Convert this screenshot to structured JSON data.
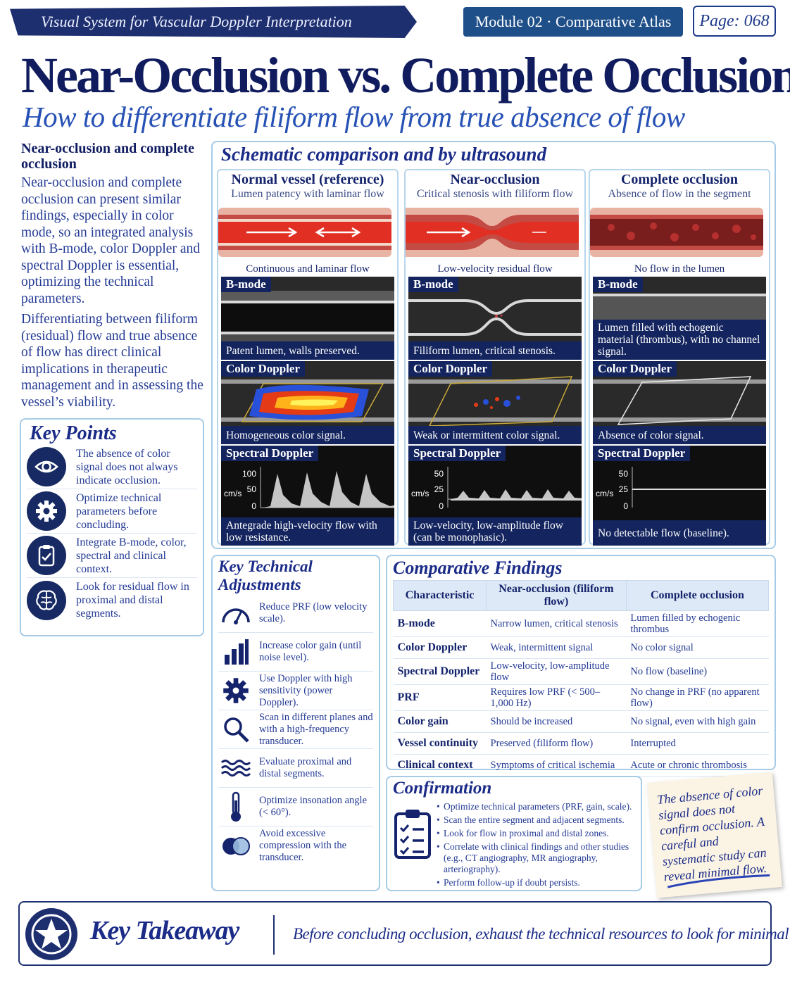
{
  "header": {
    "banner": "Visual System for Vascular Doppler Interpretation",
    "module": "Module 02 · Comparative Atlas",
    "page": "Page: 068"
  },
  "title": "Near-Occlusion vs. Complete Occlusion",
  "subtitle": "How to differentiate filiform flow from true absence of flow",
  "intro": {
    "heading": "Near-occlusion and complete occlusion",
    "p1": "Near-occlusion and complete occlusion can present similar findings, especially in color mode, so an integrated analysis with B-mode, color Doppler and spectral Doppler is essential, optimizing the technical parameters.",
    "p2": "Differentiating between filiform (residual) flow and true absence of flow has direct clinical implications in therapeutic management and in assessing the vessel’s viability."
  },
  "key_points": {
    "title": "Key Points",
    "items": [
      {
        "icon": "eye-icon",
        "text": "The absence of color signal does not always indicate occlusion."
      },
      {
        "icon": "gear-icon",
        "text": "Optimize technical parameters before concluding."
      },
      {
        "icon": "clipboard-icon",
        "text": "Integrate B-mode, color, spectral and clinical context."
      },
      {
        "icon": "brain-icon",
        "text": "Look for residual flow in proximal and distal segments."
      }
    ]
  },
  "schematic": {
    "title": "Schematic comparison and by ultrasound",
    "columns": [
      {
        "heading": "Normal vessel (reference)",
        "sub": "Lumen patency with laminar flow",
        "vessel_caption": "Continuous and laminar flow",
        "bmode_tag": "B-mode",
        "bmode_caption": "Patent lumen, walls preserved.",
        "color_tag": "Color Doppler",
        "color_caption": "Homogeneous color signal.",
        "spectral_tag": "Spectral Doppler",
        "spectral_caption": "Antegrade high-velocity flow with low resistance.",
        "axis_unit": "cm/s",
        "axis_ticks": [
          "100",
          "50",
          "0"
        ]
      },
      {
        "heading": "Near-occlusion",
        "sub": "Critical stenosis with filiform flow",
        "vessel_caption": "Low-velocity residual flow",
        "bmode_tag": "B-mode",
        "bmode_caption": "Filiform lumen, critical stenosis.",
        "color_tag": "Color Doppler",
        "color_caption": "Weak or intermittent color signal.",
        "spectral_tag": "Spectral Doppler",
        "spectral_caption": "Low-velocity, low-amplitude flow (can be monophasic).",
        "axis_unit": "cm/s",
        "axis_ticks": [
          "50",
          "25",
          "0"
        ]
      },
      {
        "heading": "Complete occlusion",
        "sub": "Absence of flow in the segment",
        "vessel_caption": "No flow in the lumen",
        "bmode_tag": "B-mode",
        "bmode_caption": "Lumen filled with echogenic material (thrombus), with no channel signal.",
        "color_tag": "Color Doppler",
        "color_caption": "Absence of color signal.",
        "spectral_tag": "Spectral Doppler",
        "spectral_caption": "No detectable flow (baseline).",
        "axis_unit": "cm/s",
        "axis_ticks": [
          "50",
          "25",
          "0"
        ]
      }
    ]
  },
  "adjustments": {
    "title": "Key Technical Adjustments",
    "items": [
      {
        "icon": "gauge-icon",
        "text": "Reduce PRF (low velocity scale)."
      },
      {
        "icon": "bar-chart-icon",
        "text": "Increase color gain (until noise level)."
      },
      {
        "icon": "gear-icon",
        "text": "Use Doppler with high sensitivity (power Doppler)."
      },
      {
        "icon": "magnifier-icon",
        "text": "Scan in different planes and with a high-frequency transducer."
      },
      {
        "icon": "waves-icon",
        "text": "Evaluate proximal and distal segments."
      },
      {
        "icon": "thermometer-icon",
        "text": "Optimize insonation angle (< 60°)."
      },
      {
        "icon": "compression-icon",
        "text": "Avoid excessive compression with the transducer."
      }
    ]
  },
  "findings": {
    "title": "Comparative Findings",
    "headers": [
      "Characteristic",
      "Near-occlusion (filiform flow)",
      "Complete occlusion"
    ],
    "rows": [
      [
        "B-mode",
        "Narrow lumen, critical stenosis",
        "Lumen filled by echogenic thrombus"
      ],
      [
        "Color Doppler",
        "Weak, intermittent signal",
        "No color signal"
      ],
      [
        "Spectral Doppler",
        "Low-velocity, low-amplitude flow",
        "No flow (baseline)"
      ],
      [
        "PRF",
        "Requires low PRF (< 500–1,000 Hz)",
        "No change in PRF (no apparent flow)"
      ],
      [
        "Color gain",
        "Should be increased",
        "No signal, even with high gain"
      ],
      [
        "Vessel continuity",
        "Preserved (filiform flow)",
        "Interrupted"
      ],
      [
        "Clinical context",
        "Symptoms of critical ischemia",
        "Acute or chronic thrombosis"
      ]
    ]
  },
  "confirmation": {
    "title": "Confirmation",
    "items": [
      "Optimize technical parameters (PRF, gain, scale).",
      "Scan the entire segment and adjacent segments.",
      "Look for flow in proximal and distal zones.",
      "Correlate with clinical findings and other studies (e.g., CT angiography, MR angiography, arteriography).",
      "Perform follow-up if doubt persists."
    ]
  },
  "note": "The absence of color signal does not confirm occlusion. A careful and systematic study can reveal minimal flow.",
  "takeaway": {
    "title": "Key Takeaway",
    "text": "Before concluding occlusion, exhaust the technical resources to look for minimal flow."
  }
}
